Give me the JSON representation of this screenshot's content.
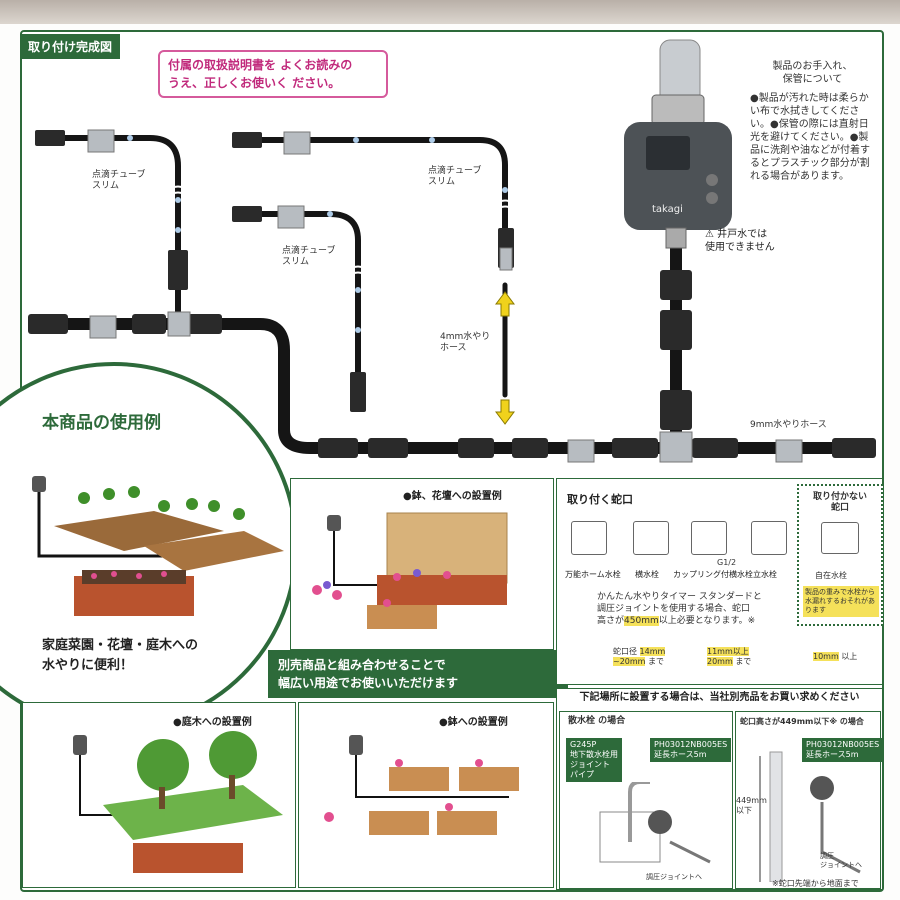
{
  "title": "取り付け完成図",
  "notice": {
    "line1a": "付属の取扱説明書を",
    "line1b": "よくお読みの",
    "line2a": "うえ、正しくお使いく",
    "line2b": "ださい。"
  },
  "labels": {
    "tube1a": "点滴チューブ",
    "tube1b": "スリム",
    "tube2a": "点滴チューブ",
    "tube2b": "スリム",
    "tube3a": "点滴チューブ",
    "tube3b": "スリム",
    "hose4a": "4mm水やり",
    "hose4b": "ホース",
    "hose9": "9mm水やりホース"
  },
  "timer_brand": "takagi",
  "care": {
    "title1": "製品のお手入れ、",
    "title2": "保管について",
    "body": "●製品が汚れた時は柔らかい布で水拭きしてください。●保管の際には直射日光を避けてください。●製品に洗剤や油などが付着するとプラスチック部分が割れる場合があります。"
  },
  "warning": {
    "line1": "井戸水では",
    "line2": "使用できません"
  },
  "usage": {
    "heading": "本商品の使用例",
    "line1": "家庭菜園・花壇・庭木への",
    "line2": "水やりに便利！"
  },
  "banner": {
    "line1": "別売商品と組み合わせることで",
    "line2": "幅広い用途でお使いいただけます"
  },
  "examples": {
    "pot_bed": "●鉢、花壇への設置例",
    "tree": "●庭木への設置例",
    "pot": "●鉢への設置例"
  },
  "faucets": {
    "title": "取り付く蛇口",
    "items": [
      "万能ホーム水栓",
      "横水栓",
      "カップリング付横水栓",
      "立水栓"
    ],
    "g_label": "G1/2",
    "not_title1": "取り付かない",
    "not_title2": "蛇口",
    "not_item": "自在水栓",
    "not_note": "製品の重みで水栓から水漏れするおそれがあります",
    "std_note1": "かんたん水やりタイマー スタンダードと",
    "std_note2": "調圧ジョイントを使用する場合、蛇口",
    "std_note3a": "高さが",
    "std_note3b": "450mm",
    "std_note3c": "以上必要となります。※",
    "dim1a": "蛇口径",
    "dim1b": "14mm",
    "dim1c": "~20mm",
    "dim1d": "まで",
    "dim2a": "11mm以上",
    "dim2b": "20mm",
    "dim2c": "まで",
    "dim3a": "10mm",
    "dim3b": "以上"
  },
  "special": {
    "head": "下記場所に設置する場合は、当社別売品をお買い求めください",
    "left_title": "散水栓 の場合",
    "left_tag1": "G245P",
    "left_tag2": "地下散水栓用",
    "left_tag3": "ジョイント",
    "left_tag4": "パイプ",
    "ext1a": "PH03012NB005ES",
    "ext1b": "延長ホース5m",
    "joint1": "調圧ジョイントへ",
    "right_title": "蛇口高さが449mm以下※ の場合",
    "ext2a": "PH03012NB005ES",
    "ext2b": "延長ホース5m",
    "height1": "449mm",
    "height2": "以下",
    "joint2a": "調圧",
    "joint2b": "ジョイントへ",
    "footnote": "※蛇口先端から地面まで"
  },
  "colors": {
    "green": "#2d6a3a",
    "pink": "#d55a9c",
    "yellow": "#f5e15a"
  }
}
